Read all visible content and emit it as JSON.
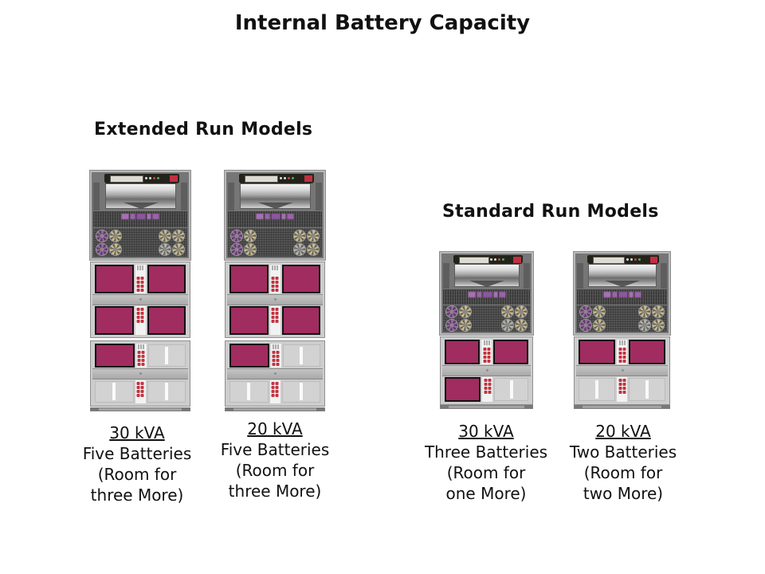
{
  "title": "Internal Battery Capacity",
  "groups": {
    "extended": {
      "heading": "Extended Run Models"
    },
    "standard": {
      "heading": "Standard Run Models"
    }
  },
  "models": [
    {
      "kva": "30 kVA",
      "batteries_line": "Five Batteries",
      "room_line1": "(Room for",
      "room_line2": "three More)"
    },
    {
      "kva": "20 kVA",
      "batteries_line": "Five Batteries",
      "room_line1": "(Room for",
      "room_line2": "three More)"
    },
    {
      "kva": "30 kVA",
      "batteries_line": "Three Batteries",
      "room_line1": "(Room for",
      "room_line2": "one More)"
    },
    {
      "kva": "20 kVA",
      "batteries_line": "Two Batteries",
      "room_line1": "(Room for",
      "room_line2": "two More)"
    }
  ],
  "cabinets": [
    {
      "name": "cabinet-extended-30kva",
      "group": "extended",
      "bays": [
        "battery",
        "battery",
        "battery",
        "battery",
        "battery",
        "empty",
        "empty",
        "empty"
      ]
    },
    {
      "name": "cabinet-extended-20kva",
      "group": "extended",
      "bays": [
        "battery",
        "battery",
        "battery",
        "battery",
        "battery",
        "empty",
        "empty",
        "empty"
      ]
    },
    {
      "name": "cabinet-standard-30kva",
      "group": "standard",
      "bays": [
        "battery",
        "battery",
        "battery",
        "empty"
      ]
    },
    {
      "name": "cabinet-standard-20kva",
      "group": "standard",
      "bays": [
        "battery",
        "battery",
        "empty",
        "empty"
      ]
    }
  ],
  "colors": {
    "battery_module": "#a02c60",
    "brand_badge_red": "#c03040",
    "logo_purple": "#9c62aa"
  }
}
